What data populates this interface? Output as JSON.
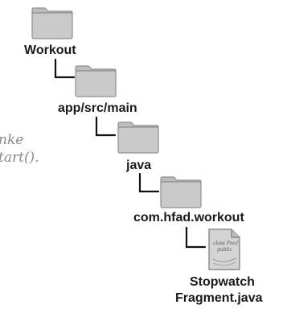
{
  "tree": {
    "root": {
      "label": "Workout"
    },
    "level1": {
      "label": "app/src/main"
    },
    "level2": {
      "label": "java"
    },
    "level3": {
      "label": "com.hfad.workout"
    },
    "file": {
      "label_line1": "Stopwatch",
      "label_line2": "Fragment.java",
      "icon_text_line1": "class Foo{",
      "icon_text_line2": "public"
    }
  },
  "annotation": {
    "line1": "nke",
    "line2": "tart()."
  },
  "colors": {
    "folder_fill": "#c8c8c8",
    "folder_stroke": "#8f8f8f",
    "connector": "#111111",
    "label_text": "#1a1a1a",
    "annotation_text": "#8a8a8a"
  }
}
